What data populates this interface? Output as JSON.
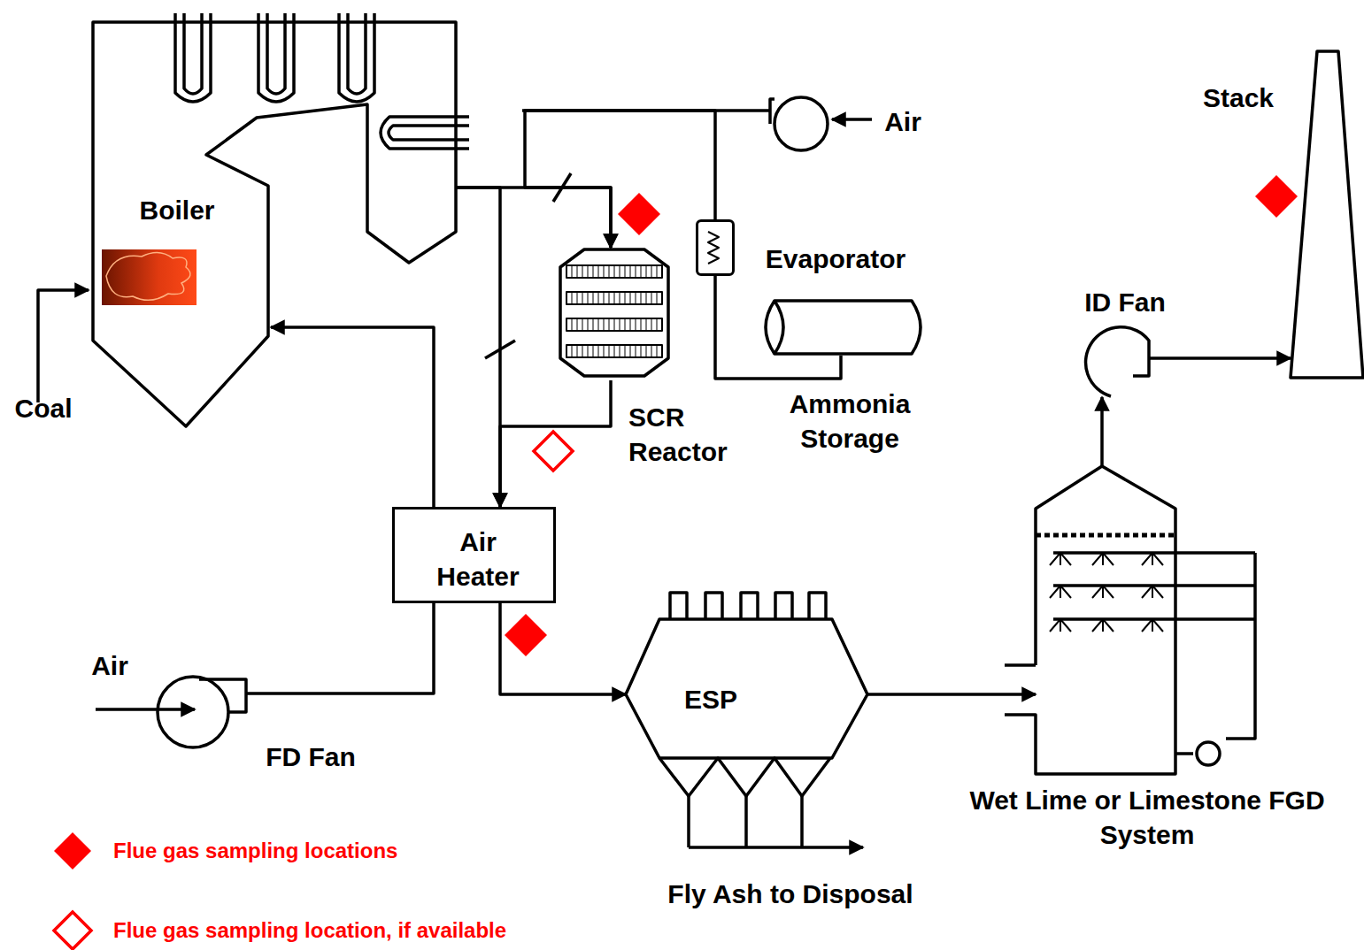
{
  "diagram": {
    "nodes": [
      {
        "text": [
          "Boiler"
        ]
      },
      {
        "text": [
          "SCR Reactor"
        ]
      },
      {
        "text": [
          "Evaporator"
        ]
      },
      {
        "text": [
          "Ammonia Storage"
        ]
      },
      {
        "text": [
          "Air Heater"
        ]
      },
      {
        "text": [
          "FD Fan"
        ]
      },
      {
        "text": [
          "ESP"
        ]
      },
      {
        "text": [
          "Wet Lime or Limestone FGD System"
        ]
      },
      {
        "text": [
          "ID Fan"
        ]
      },
      {
        "text": [
          "Stack"
        ]
      }
    ],
    "edges": [
      {
        "from": 0,
        "to": 1,
        "arrow": "to"
      },
      {
        "from": 0,
        "to": 4,
        "arrow": "to"
      },
      {
        "from": 1,
        "to": 4,
        "arrow": "to"
      },
      {
        "from": 3,
        "to": 2,
        "arrow": "none"
      },
      {
        "from": 2,
        "to": 1,
        "arrow": "to"
      },
      {
        "from": 5,
        "to": 4,
        "arrow": "none"
      },
      {
        "from": 4,
        "to": 0,
        "arrow": "to"
      },
      {
        "from": 4,
        "to": 6,
        "arrow": "to"
      },
      {
        "from": 6,
        "to": 7,
        "arrow": "to"
      },
      {
        "from": 7,
        "to": 8,
        "arrow": "to"
      },
      {
        "from": 8,
        "to": 9,
        "arrow": "to"
      }
    ],
    "labels": [
      "Coal",
      "Air",
      "Air",
      "Fly Ash to Disposal"
    ],
    "legend": [
      {
        "text": "Flue gas sampling locations",
        "color": "#ff0000"
      },
      {
        "text": "Flue  gas sampling location, if available"
      }
    ]
  }
}
